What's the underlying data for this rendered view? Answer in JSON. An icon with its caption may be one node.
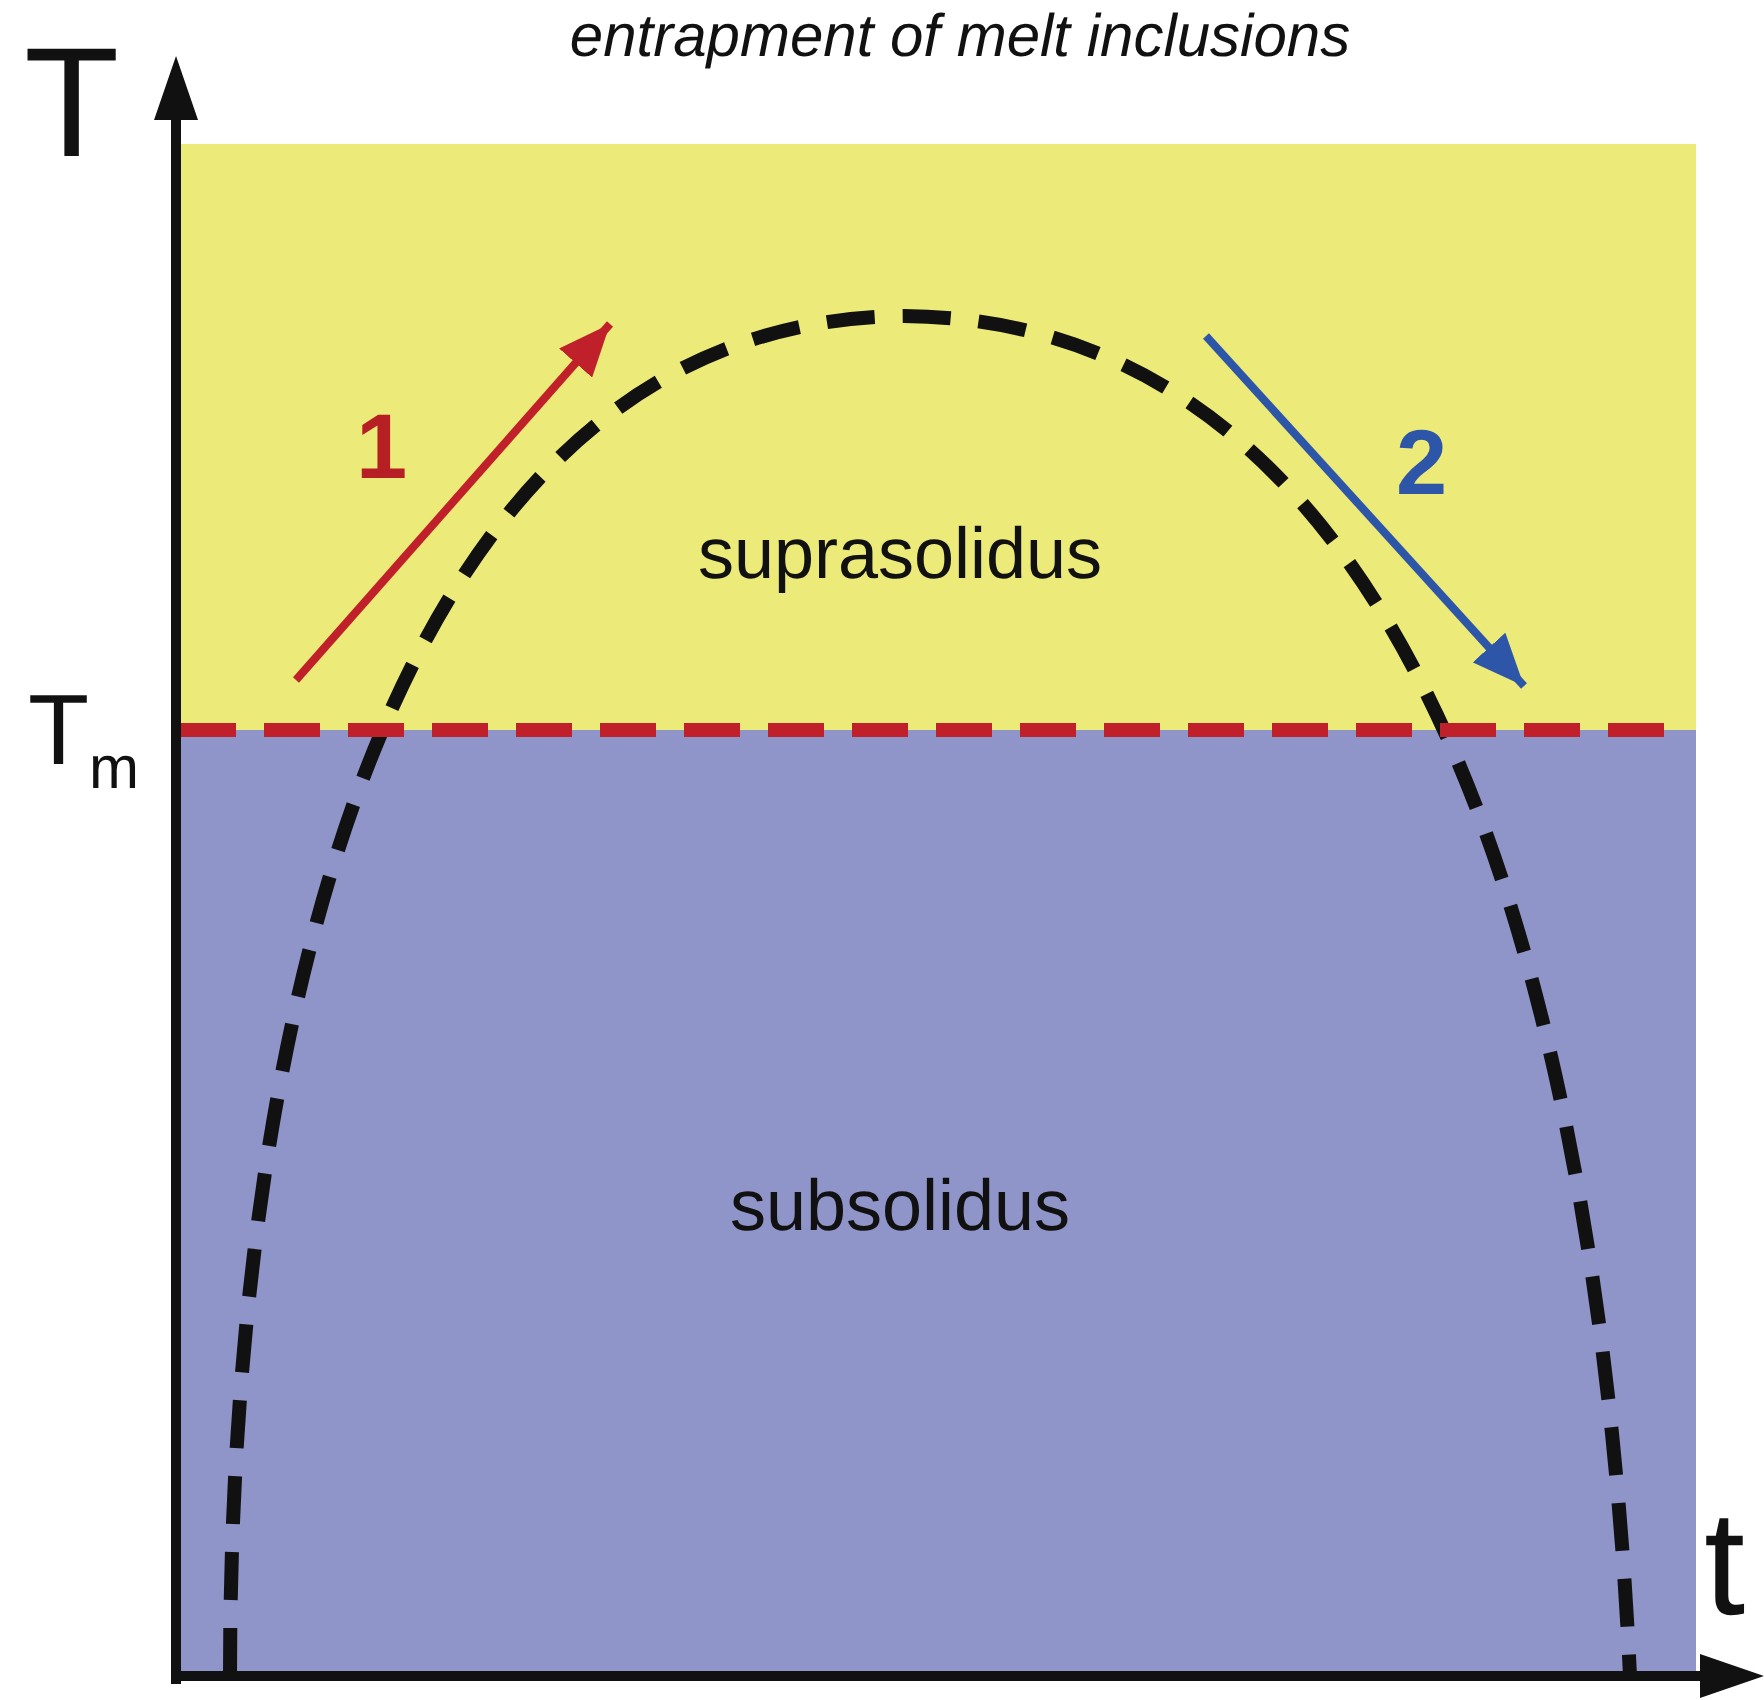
{
  "diagram": {
    "title": "entrapment of melt inclusions",
    "nodes": [
      {
        "text": [
          "suprasolidus"
        ]
      },
      {
        "text": [
          "subsolidus"
        ]
      }
    ],
    "labels": [
      "T",
      "T$_{m}$",
      "t",
      "1",
      "2"
    ]
  }
}
